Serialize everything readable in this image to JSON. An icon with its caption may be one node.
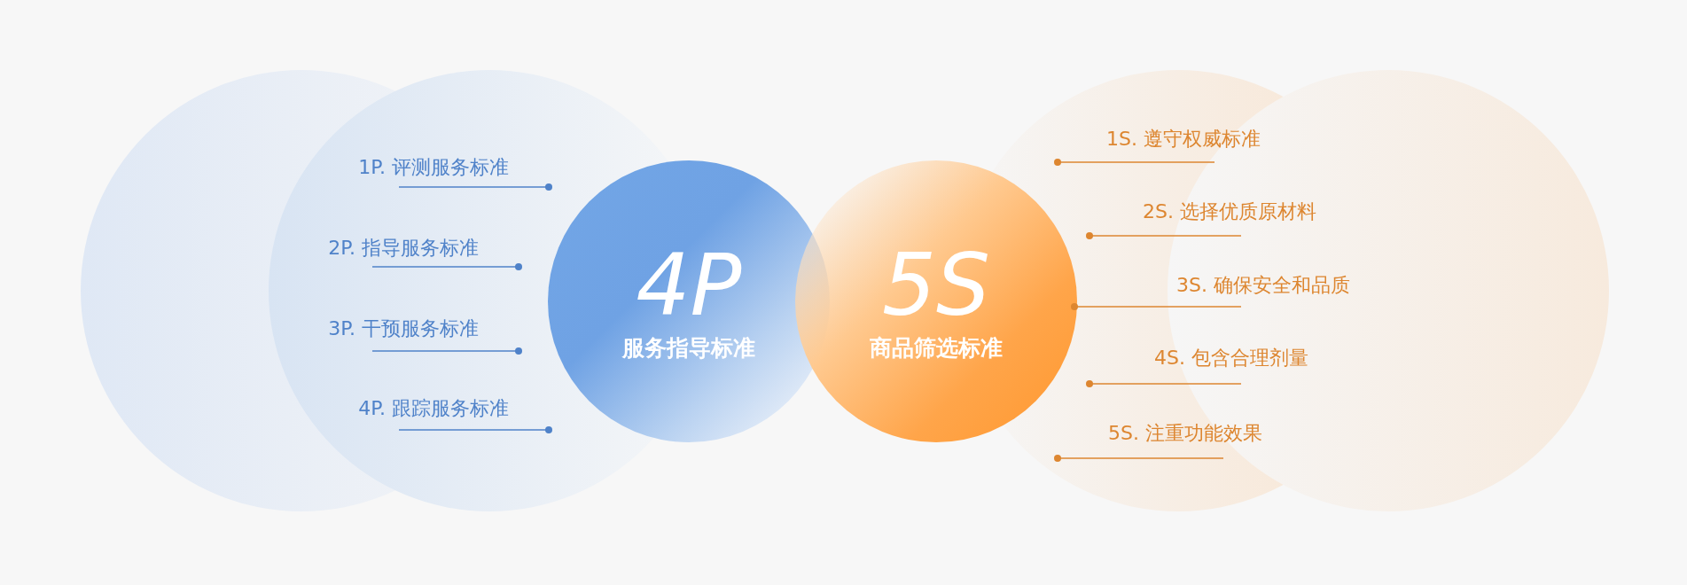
{
  "diagram": {
    "nodes": [
      {
        "text": [
          "4P",
          "服务指导标准"
        ]
      },
      {
        "text": [
          "5S",
          "商品筛选标准"
        ]
      },
      {
        "text": [
          "1P. 评测服务标准"
        ]
      },
      {
        "text": [
          "2P. 指导服务标准"
        ]
      },
      {
        "text": [
          "3P. 干预服务标准"
        ]
      },
      {
        "text": [
          "4P. 跟踪服务标准"
        ]
      },
      {
        "text": [
          "1S. 遵守权威标准"
        ]
      },
      {
        "text": [
          "2S. 选择优质原材料"
        ]
      },
      {
        "text": [
          "3S. 确保安全和品质"
        ]
      },
      {
        "text": [
          "4S. 包含合理剂量"
        ]
      },
      {
        "text": [
          "5S. 注重功能效果"
        ]
      }
    ],
    "edges": [
      {
        "from": 2,
        "to": 0,
        "arrow": "other",
        "color": "#4f82c9"
      },
      {
        "from": 3,
        "to": 0,
        "arrow": "other",
        "color": "#4f82c9"
      },
      {
        "from": 4,
        "to": 0,
        "arrow": "other",
        "color": "#4f82c9"
      },
      {
        "from": 5,
        "to": 0,
        "arrow": "other",
        "color": "#4f82c9"
      },
      {
        "from": 6,
        "to": 1,
        "arrow": "other"
      },
      {
        "from": 7,
        "to": 1,
        "arrow": "other"
      },
      {
        "from": 8,
        "to": 1,
        "arrow": "other"
      },
      {
        "from": 9,
        "to": 1,
        "arrow": "other"
      },
      {
        "from": 10,
        "to": 1,
        "arrow": "other"
      }
    ]
  }
}
